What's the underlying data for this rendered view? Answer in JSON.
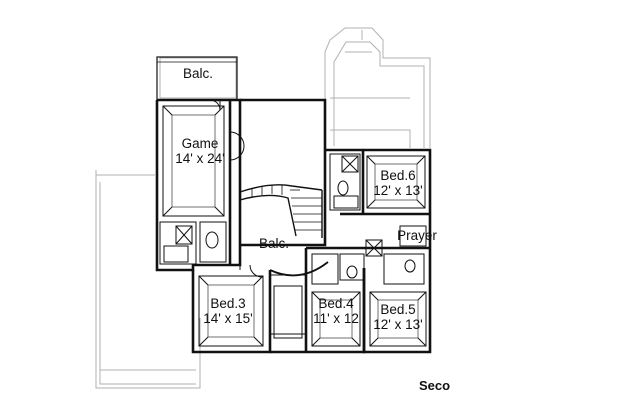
{
  "plan": {
    "title": "Seco",
    "wall_color": "#111111",
    "ghost_color": "#b0b0b0",
    "rooms": [
      {
        "id": "balc-top",
        "name": "Balc.",
        "size": ""
      },
      {
        "id": "game",
        "name": "Game",
        "size": "14' x 24'"
      },
      {
        "id": "bed6",
        "name": "Bed.6",
        "size": "12' x 13'"
      },
      {
        "id": "prayer",
        "name": "Prayer",
        "size": ""
      },
      {
        "id": "balc-center",
        "name": "Balc.",
        "size": ""
      },
      {
        "id": "bed3",
        "name": "Bed.3",
        "size": "14' x 15'"
      },
      {
        "id": "bed4",
        "name": "Bed.4",
        "size": "11' x 12"
      },
      {
        "id": "bed5",
        "name": "Bed.5",
        "size": "12' x 13'"
      }
    ]
  }
}
